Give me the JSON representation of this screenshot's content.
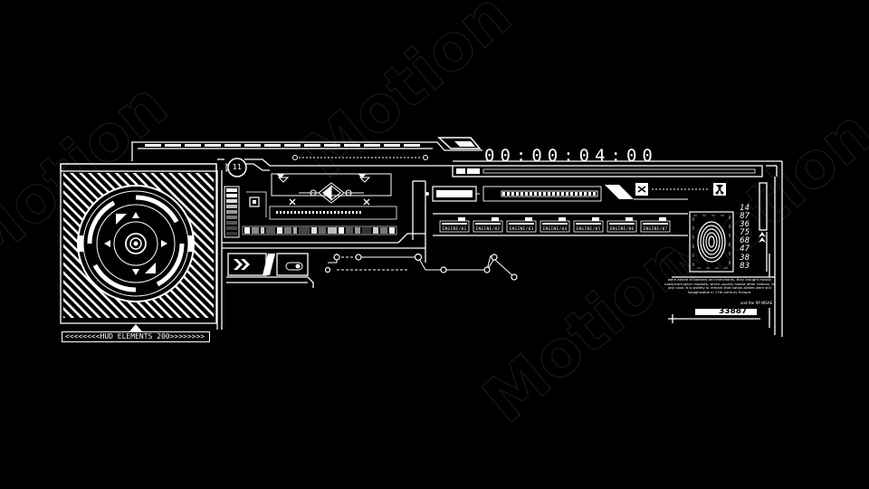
{
  "timer": "00:00:04:00",
  "badge_number": "11",
  "footer_label": "<<<<<<<<HUD ELEMENTS 200>>>>>>>>",
  "engines": [
    {
      "label": "ENGINE/01"
    },
    {
      "label": "ENGINE/02"
    },
    {
      "label": "ENGINE/03"
    },
    {
      "label": "ENGINE/04"
    },
    {
      "label": "ENGINE/05"
    },
    {
      "label": "ENGINE/06"
    },
    {
      "label": "ENGINE/07"
    }
  ],
  "numbers": [
    "14",
    "87",
    "36",
    "75",
    "68",
    "47",
    "38",
    "83"
  ],
  "paragraph": "were aimed at bankers and merchants, they brought mostly news from other markets, which usually meant other nations. In any case, it is worthy to remark that nation-states were still recognizable in 17th-century Europe.",
  "note": "and the RP NISAE",
  "counter": "33887",
  "icons": {
    "shuffle": "shuffle-icon",
    "radiation": "radiation-icon",
    "fingerprint": "fingerprint-icon",
    "chevrons": "double-chevron-icon",
    "toggle": "toggle-icon"
  },
  "colors": {
    "background": "#000000",
    "foreground": "#ffffff"
  }
}
